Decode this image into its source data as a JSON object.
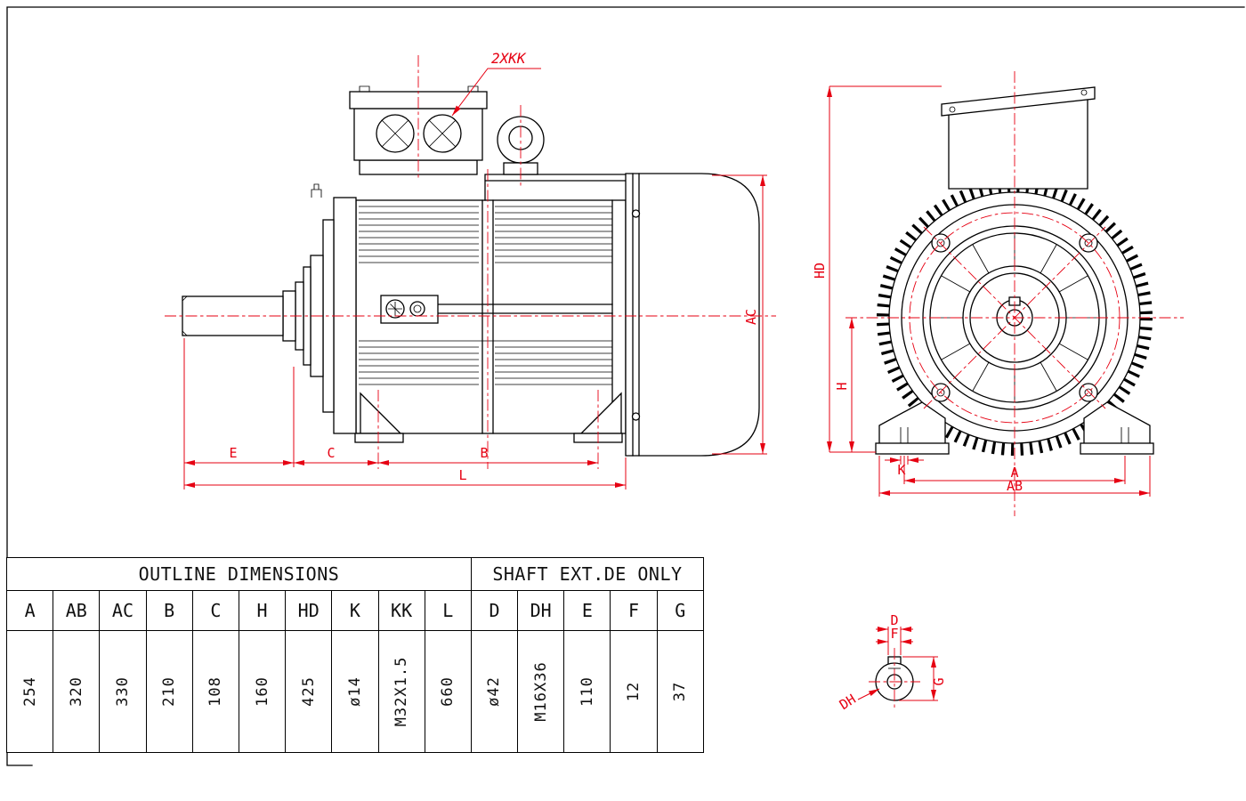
{
  "drawing": {
    "callout_2xkk": "2XKK",
    "side_view_dims": {
      "e": "E",
      "c": "C",
      "b": "B",
      "l": "L",
      "ac": "AC"
    },
    "front_view_dims": {
      "hd": "HD",
      "h": "H",
      "k": "K",
      "a": "A",
      "ab": "AB"
    },
    "shaft_detail_dims": {
      "d": "D",
      "f": "F",
      "g": "G",
      "dh": "DH"
    },
    "colors": {
      "dimension_red": "#e60012",
      "line_black": "#000000",
      "background": "#ffffff"
    }
  },
  "table": {
    "group_headers": [
      {
        "label": "OUTLINE DIMENSIONS",
        "colspan": 10
      },
      {
        "label": "SHAFT EXT.DE ONLY",
        "colspan": 5
      }
    ],
    "columns": [
      "A",
      "AB",
      "AC",
      "B",
      "C",
      "H",
      "HD",
      "K",
      "KK",
      "L",
      "D",
      "DH",
      "E",
      "F",
      "G"
    ],
    "values": [
      "254",
      "320",
      "330",
      "210",
      "108",
      "160",
      "425",
      "ø14",
      "M32X1.5",
      "660",
      "ø42",
      "M16X36",
      "110",
      "12",
      "37"
    ]
  }
}
